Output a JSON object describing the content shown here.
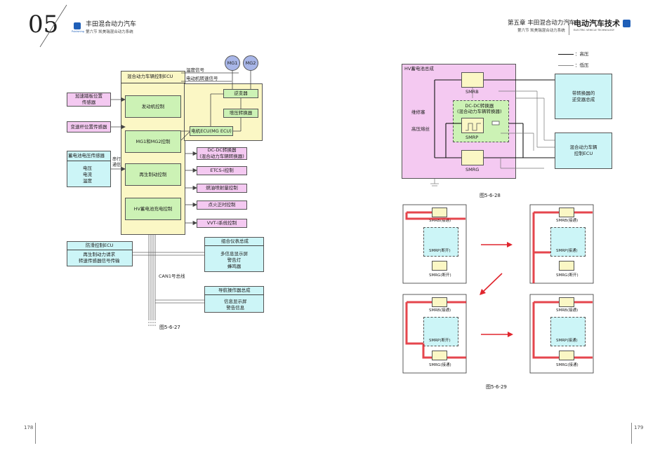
{
  "left_page": {
    "chapter_number": "05",
    "header_title": "丰田混合动力汽车",
    "header_subtitle": "第六节  凯美瑞混合动力系统",
    "logo_sub": "Publishing",
    "page_number": "178",
    "figure_caption": "图5-6-27",
    "diagram": {
      "ecu_title": "混合动力车辆控制ECU",
      "ecu_blocks": [
        "发动机控制",
        "MG1和MG2控制",
        "再生制动控制",
        "HV蓄电池充电控制"
      ],
      "sensors": [
        "加速踏板位置\n传感器",
        "变速杆位置传感器"
      ],
      "battery_sensor_title": "蓄电池电压传感器",
      "battery_sensor_items": "电压\n电流\n温度",
      "serial_comm": "串行\n通信",
      "mg_labels": [
        "MG1",
        "MG2"
      ],
      "temp_signal": "温度信号",
      "speed_signal": "电动机转速信号",
      "inverter_blocks": [
        "逆变器",
        "增压转换器",
        "电机ECU(MG ECU)"
      ],
      "outputs": [
        "DC-DC转换器\n(混合动力车辆转换器)",
        "ETCS-i控制",
        "燃油喷射量控制",
        "点火正时控制",
        "VVT-i系统控制"
      ],
      "skid_ecu_title": "防滑控制ECU",
      "skid_ecu_body": "再生制动力请求\n转速传感器信号传输",
      "can_bus_label": "CAN1号总线",
      "meter_title": "组合仪表总成",
      "meter_body": "多信息显示屏\n警告灯\n蜂鸣器",
      "nav_title": "导航操作器总成",
      "nav_body": "信息显示屏\n警告信息"
    }
  },
  "right_page": {
    "header_title": "第五章  丰田混合动力汽车",
    "header_subtitle": "第六节  凯美瑞混合动力系统",
    "brand": "电动汽车技术",
    "brand_sub": "ELECTRIC VEHICLE TECHNOLOGY",
    "page_number": "179",
    "legend": [
      "：高压",
      "：低压"
    ],
    "fig28_caption": "图5-6-28",
    "fig29_caption": "图5-6-29",
    "fig28": {
      "battery_label": "HV蓄电池总成",
      "service_plug": "维修塞",
      "hv_fuse": "高压熔丝",
      "smrb": "SMRB",
      "smrp": "SMRP",
      "smrg": "SMRG",
      "dcdc": "DC-DC转换器\n(混合动力车辆转换器)",
      "inverter_box": "带转换器的\n逆变器总成",
      "ecu_box": "混合动力车辆\n控制ECU"
    },
    "fig29": {
      "states": [
        {
          "smrb": "SMRB(接通)",
          "smrp": "SMRP(断开)",
          "smrg": "SMRG(断开)"
        },
        {
          "smrb": "SMRB(接通)",
          "smrp": "SMRP(接通)",
          "smrg": "SMRG(断开)"
        },
        {
          "smrb": "SMRB(接通)",
          "smrp": "SMRP(接通)",
          "smrg": "SMRG(接通)"
        },
        {
          "smrb": "SMRB(接通)",
          "smrp": "SMRP(断开)",
          "smrg": "SMRG(接通)"
        }
      ]
    }
  },
  "colors": {
    "pink": "#f4c9f1",
    "cyan": "#ccf5f7",
    "green": "#ccf2b5",
    "yellow": "#fbf7c5",
    "accent_red": "#e0262e",
    "logo_blue": "#1f5fb8"
  }
}
